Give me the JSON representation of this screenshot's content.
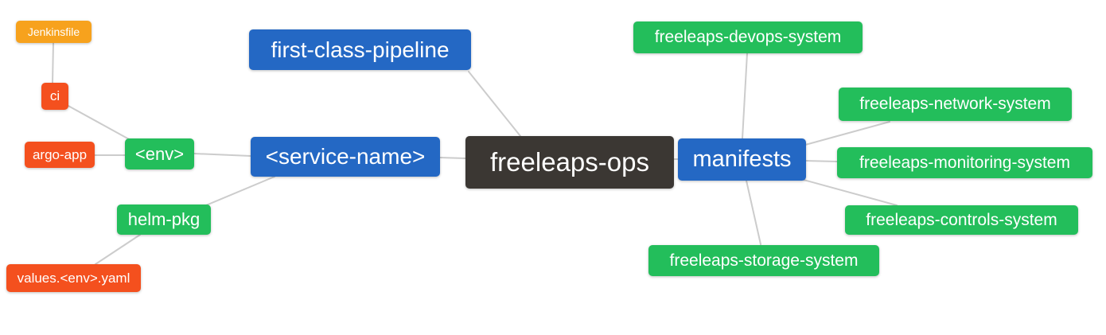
{
  "diagram": {
    "type": "mindmap",
    "root_label": "freeleaps-ops",
    "palette": {
      "root": "#3B3733",
      "branch": "#2468C4",
      "leaf": "#23BE5B",
      "alert": "#F4501E",
      "warn": "#F7A21D",
      "edge": "#CCCCCC",
      "background": "#FFFFFF",
      "text": "#FFFFFF"
    },
    "nodes": [
      {
        "id": "jenkinsfile",
        "label": "Jenkinsfile",
        "role": "warn"
      },
      {
        "id": "ci",
        "label": "ci",
        "role": "alert"
      },
      {
        "id": "argo-app",
        "label": "argo-app",
        "role": "alert"
      },
      {
        "id": "env",
        "label": "<env>",
        "role": "leaf"
      },
      {
        "id": "helm-pkg",
        "label": "helm-pkg",
        "role": "leaf"
      },
      {
        "id": "values-env-yaml",
        "label": "values.<env>.yaml",
        "role": "alert"
      },
      {
        "id": "first-class-pipeline",
        "label": "first-class-pipeline",
        "role": "branch"
      },
      {
        "id": "service-name",
        "label": "<service-name>",
        "role": "branch"
      },
      {
        "id": "freeleaps-ops",
        "label": "freeleaps-ops",
        "role": "root"
      },
      {
        "id": "manifests",
        "label": "manifests",
        "role": "branch"
      },
      {
        "id": "freeleaps-devops-system",
        "label": "freeleaps-devops-system",
        "role": "leaf"
      },
      {
        "id": "freeleaps-network-system",
        "label": "freeleaps-network-system",
        "role": "leaf"
      },
      {
        "id": "freeleaps-monitoring-system",
        "label": "freeleaps-monitoring-system",
        "role": "leaf"
      },
      {
        "id": "freeleaps-controls-system",
        "label": "freeleaps-controls-system",
        "role": "leaf"
      },
      {
        "id": "freeleaps-storage-system",
        "label": "freeleaps-storage-system",
        "role": "leaf"
      }
    ],
    "edges": [
      [
        "jenkinsfile",
        "ci"
      ],
      [
        "ci",
        "env"
      ],
      [
        "argo-app",
        "env"
      ],
      [
        "env",
        "service-name"
      ],
      [
        "service-name",
        "helm-pkg"
      ],
      [
        "helm-pkg",
        "values-env-yaml"
      ],
      [
        "first-class-pipeline",
        "freeleaps-ops"
      ],
      [
        "service-name",
        "freeleaps-ops"
      ],
      [
        "freeleaps-ops",
        "manifests"
      ],
      [
        "manifests",
        "freeleaps-devops-system"
      ],
      [
        "manifests",
        "freeleaps-network-system"
      ],
      [
        "manifests",
        "freeleaps-monitoring-system"
      ],
      [
        "manifests",
        "freeleaps-controls-system"
      ],
      [
        "manifests",
        "freeleaps-storage-system"
      ]
    ]
  }
}
